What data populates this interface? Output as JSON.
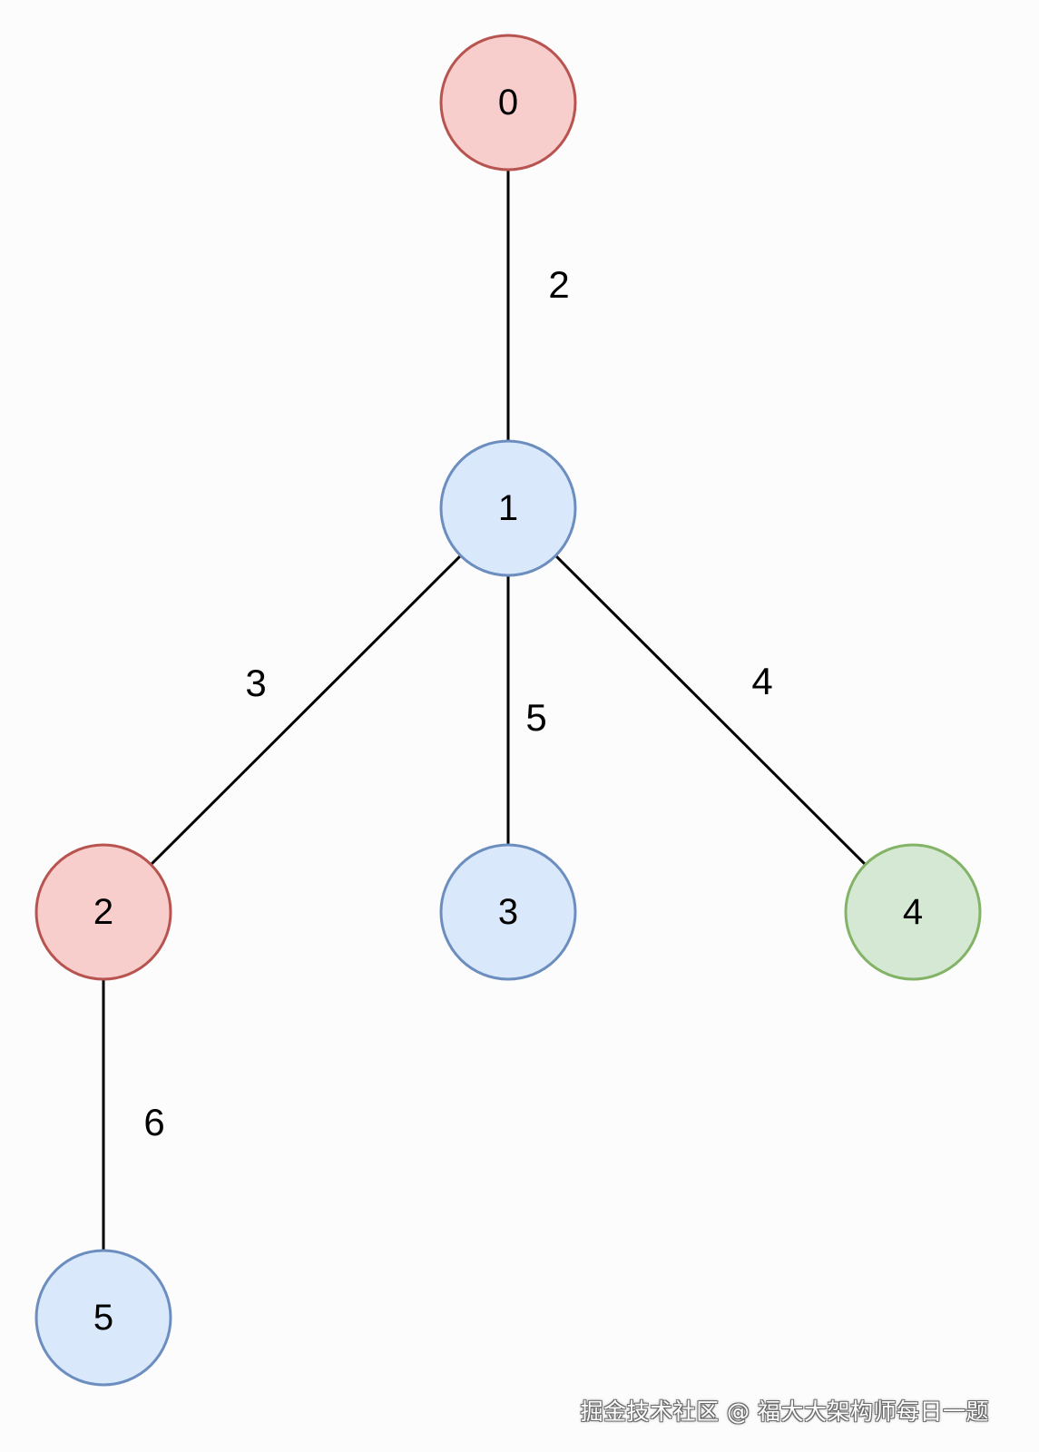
{
  "colors": {
    "red_fill": "#f8cecc",
    "red_stroke": "#b85450",
    "blue_fill": "#dae8fc",
    "blue_stroke": "#6c8ebf",
    "green_fill": "#d5e8d4",
    "green_stroke": "#82b366",
    "edge": "#000000"
  },
  "nodes": [
    {
      "id": "0",
      "label": "0",
      "color": "red"
    },
    {
      "id": "1",
      "label": "1",
      "color": "blue"
    },
    {
      "id": "2",
      "label": "2",
      "color": "red"
    },
    {
      "id": "3",
      "label": "3",
      "color": "blue"
    },
    {
      "id": "4",
      "label": "4",
      "color": "green"
    },
    {
      "id": "5",
      "label": "5",
      "color": "blue"
    }
  ],
  "edges": [
    {
      "from": "0",
      "to": "1",
      "weight": "2"
    },
    {
      "from": "1",
      "to": "2",
      "weight": "3"
    },
    {
      "from": "1",
      "to": "3",
      "weight": "5"
    },
    {
      "from": "1",
      "to": "4",
      "weight": "4"
    },
    {
      "from": "2",
      "to": "5",
      "weight": "6"
    }
  ],
  "watermark": "掘金技术社区 @ 福大大架构师每日一题"
}
